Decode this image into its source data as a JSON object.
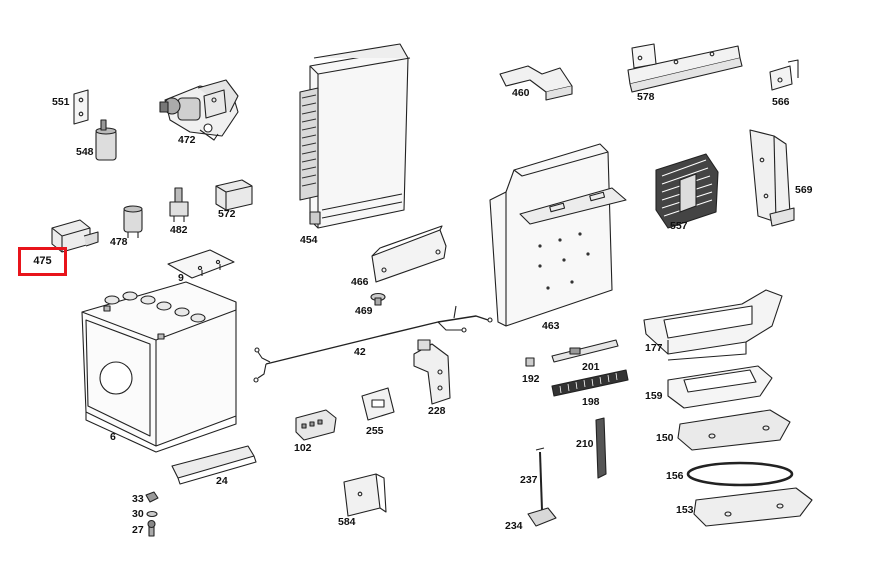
{
  "highlight": {
    "part": "475",
    "color": "#e8141b"
  },
  "parts": {
    "p551": "551",
    "p548": "548",
    "p472": "472",
    "p454": "454",
    "p460": "460",
    "p578": "578",
    "p566": "566",
    "p478": "478",
    "p482": "482",
    "p572": "572",
    "p475": "475",
    "p9": "9",
    "p466": "466",
    "p469": "469",
    "p557": "557",
    "p569": "569",
    "p463": "463",
    "p6": "6",
    "p42": "42",
    "p192": "192",
    "p201": "201",
    "p177": "177",
    "p159": "159",
    "p198": "198",
    "p228": "228",
    "p255": "255",
    "p102": "102",
    "p150": "150",
    "p210": "210",
    "p156": "156",
    "p24": "24",
    "p237": "237",
    "p153": "153",
    "p33": "33",
    "p30": "30",
    "p27": "27",
    "p584": "584",
    "p234": "234"
  }
}
